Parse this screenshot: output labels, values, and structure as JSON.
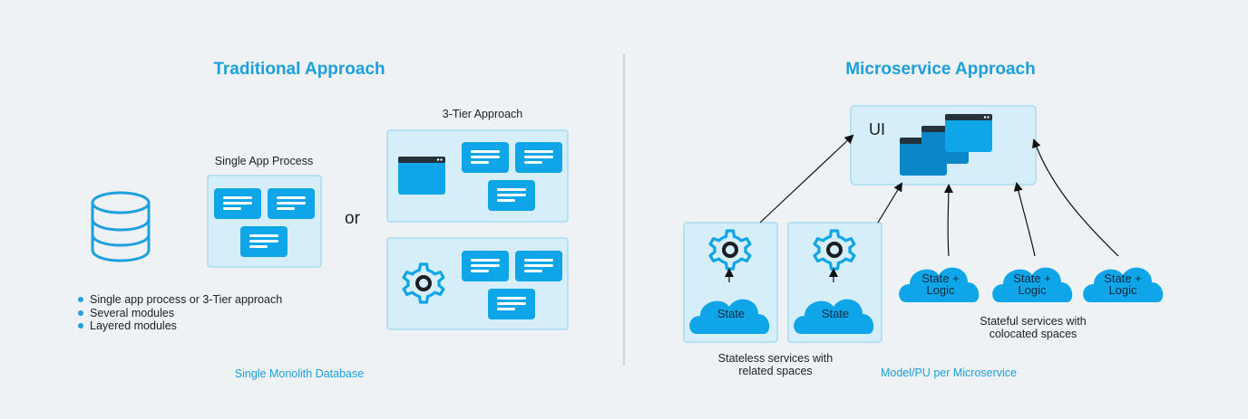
{
  "traditional": {
    "title": "Traditional Approach",
    "single_app_label": "Single App Process",
    "or_label": "or",
    "three_tier_label": "3-Tier Approach",
    "bullets": [
      "Single app process or 3-Tier approach",
      "Several modules",
      "Layered modules"
    ],
    "footer": "Single Monolith Database"
  },
  "microservice": {
    "title": "Microservice Approach",
    "ui_label": "UI",
    "state_label": "State",
    "state_logic_line1": "State +",
    "state_logic_line2": "Logic",
    "stateless_caption_line1": "Stateless services with",
    "stateless_caption_line2": "related spaces",
    "stateful_caption_line1": "Stateful services with",
    "stateful_caption_line2": "colocated spaces",
    "footer": "Model/PU per Microservice"
  },
  "colors": {
    "accent": "#1ea0df",
    "panel_fill": "#d6eef9",
    "panel_stroke": "#a9dbf2",
    "module_blue": "#0ea5e9",
    "background": "#eef2f4"
  }
}
